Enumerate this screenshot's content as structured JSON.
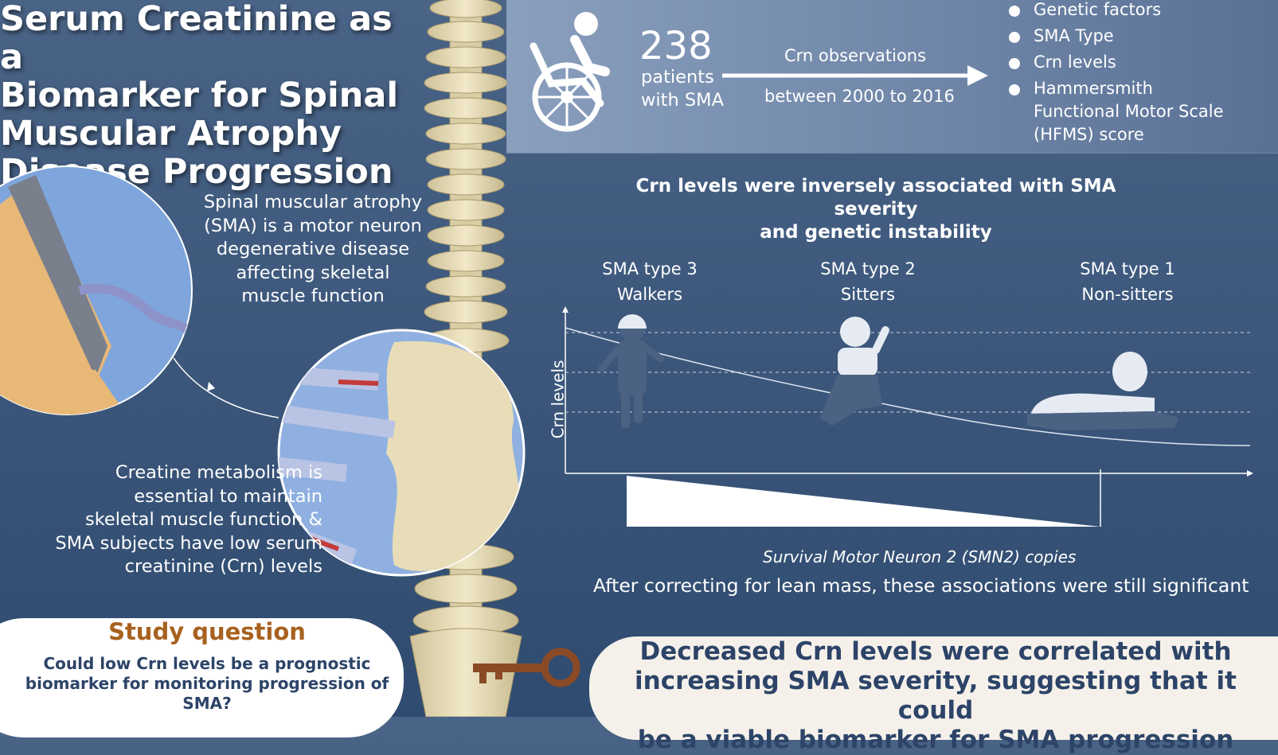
{
  "title": "Serum Creatinine as a\nBiomarker for Spinal\nMuscular Atrophy\nDisease Progression",
  "intro_text": "Spinal muscular atrophy\n(SMA) is a motor neuron\ndegenerative disease\naffecting skeletal\nmuscle function",
  "creatine_text": "Creatine metabolism is\nessential to maintain\nskeletal muscle function &\nSMA subjects have low serum\ncreatinine (Crn) levels",
  "study": {
    "patients_count": "238",
    "patients_label": "patients\nwith SMA",
    "observations": "Crn observations",
    "period": "between 2000 to 2016",
    "factors": [
      "Genetic factors",
      "SMA Type",
      "Crn levels",
      "Hammersmith\nFunctional Motor Scale\n(HFMS) score"
    ]
  },
  "finding_heading": "Crn levels were inversely associated with SMA severity\nand genetic instability",
  "types": [
    {
      "name": "SMA type 3",
      "label": "Walkers"
    },
    {
      "name": "SMA type 2",
      "label": "Sitters"
    },
    {
      "name": "SMA type 1",
      "label": "Non-sitters"
    }
  ],
  "y_axis_label": "Crn levels",
  "smn_label": "Survival Motor Neuron 2 (SMN2) copies",
  "correction_note": "After correcting for lean mass, these associations were still significant",
  "study_question": {
    "title": "Study question",
    "text": "Could low Crn levels be a prognostic\nbiomarker for monitoring progression of\nSMA?"
  },
  "conclusion": "Decreased Crn levels were correlated with\nincreasing SMA severity, suggesting that it could\nbe a viable biomarker for SMA progression",
  "colors": {
    "background": "#3d587c",
    "accent_brown": "#a8611f",
    "navy_text": "#2d4468",
    "silhouette": "#4b6283"
  }
}
